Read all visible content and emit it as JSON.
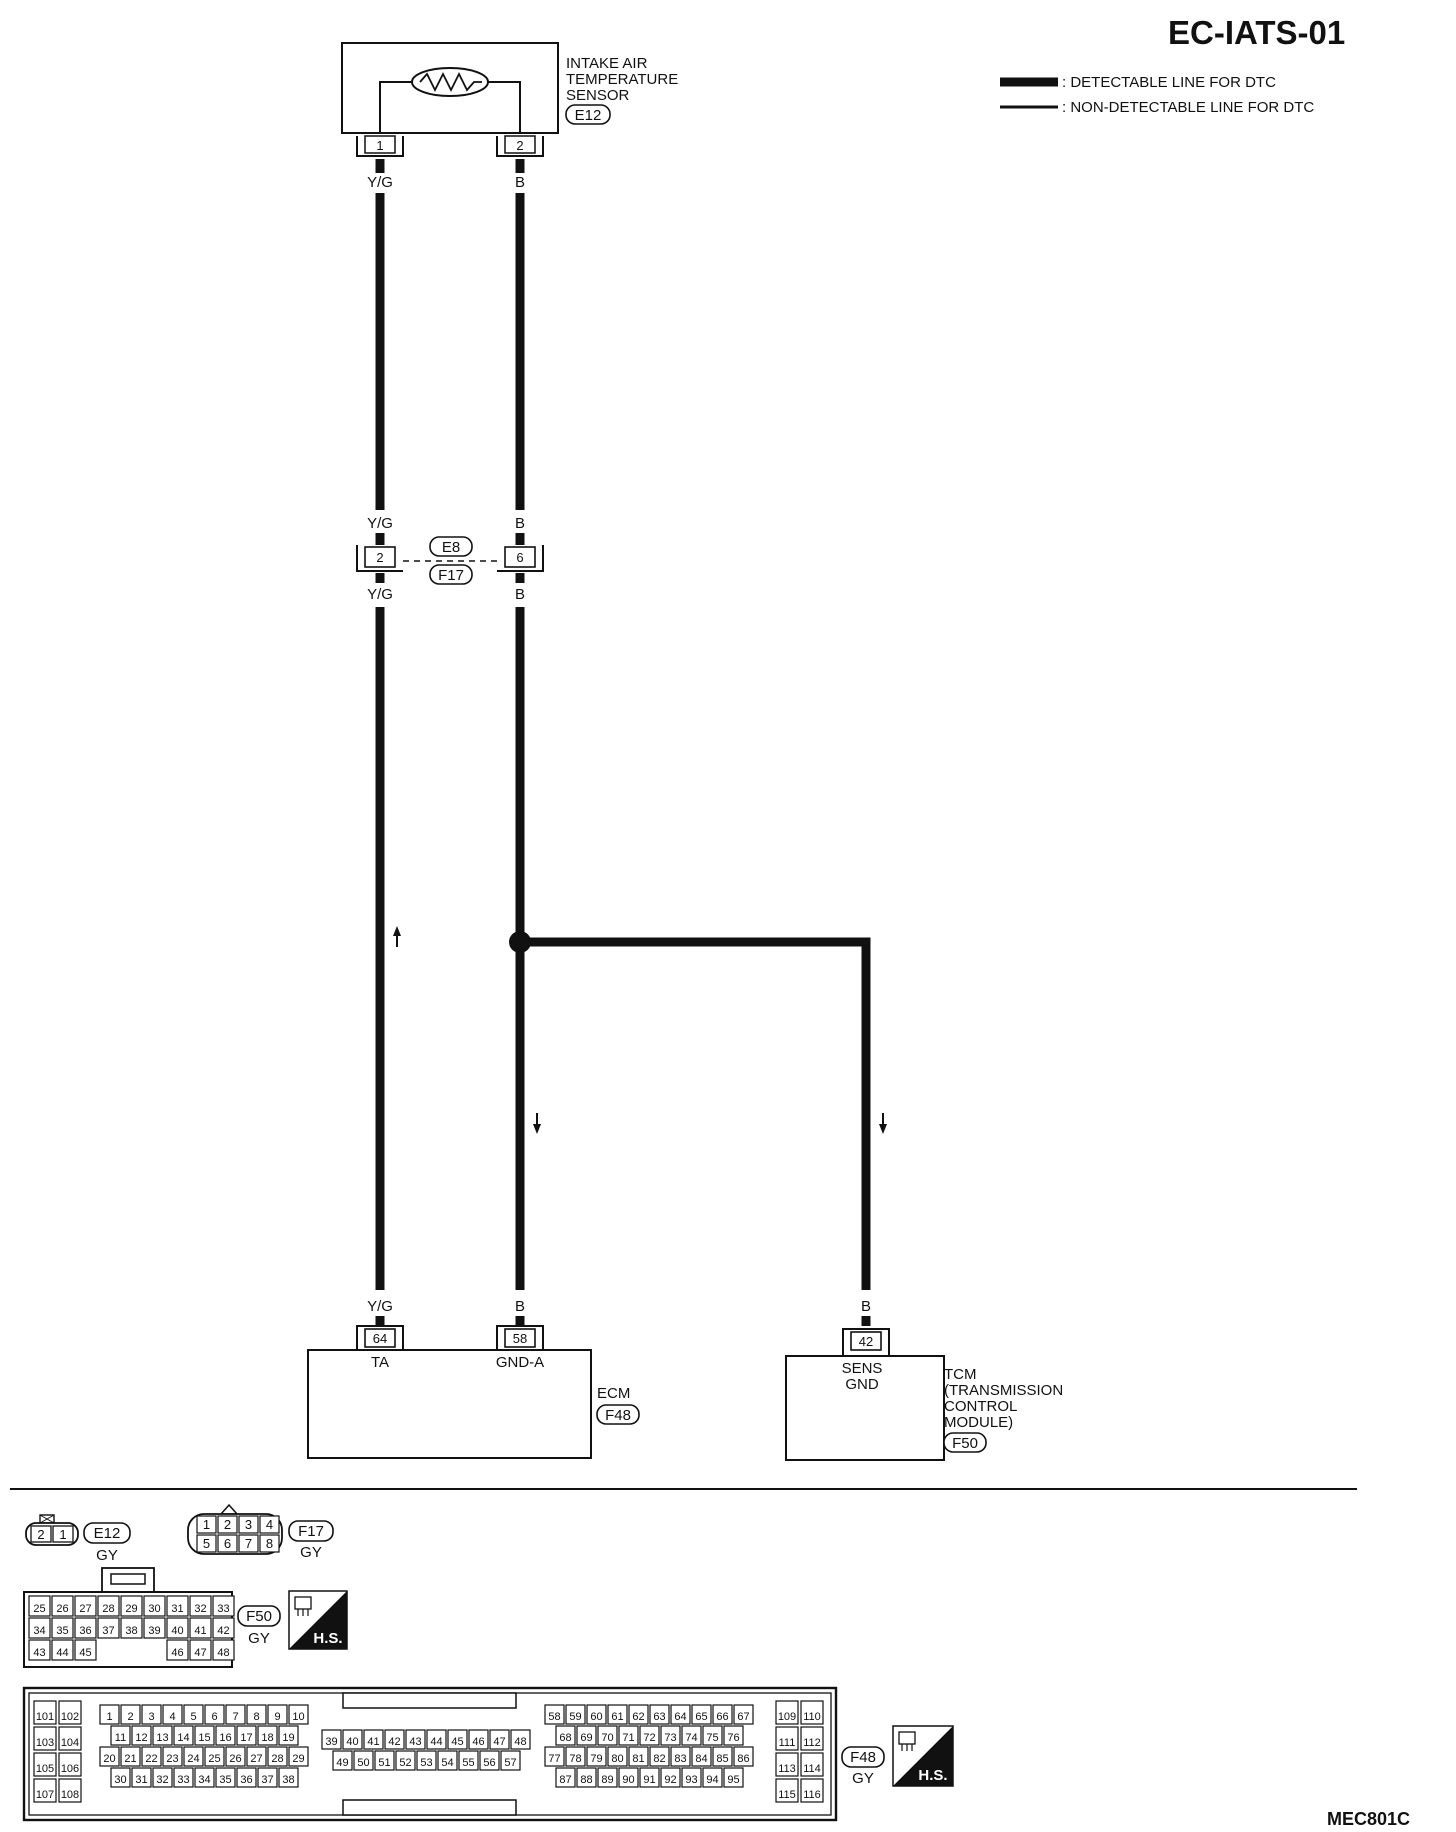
{
  "page": {
    "title": "EC-IATS-01",
    "reference": "MEC801C"
  },
  "legend": {
    "thick": ": DETECTABLE LINE FOR DTC",
    "thin": ": NON-DETECTABLE LINE FOR DTC"
  },
  "sensor": {
    "name_lines": [
      "INTAKE AIR",
      "TEMPERATURE",
      "SENSOR"
    ],
    "connector": "E12",
    "pin_left": "1",
    "pin_right": "2",
    "wire_left": "Y/G",
    "wire_right": "B"
  },
  "joint": {
    "connector_top": "E8",
    "connector_bottom": "F17",
    "pin_left": "2",
    "pin_right": "6",
    "wire_left_top": "Y/G",
    "wire_left_bottom": "Y/G",
    "wire_right_top": "B",
    "wire_right_bottom": "B"
  },
  "ecm": {
    "name": "ECM",
    "connector": "F48",
    "pin_ta": "64",
    "pin_gnd": "58",
    "label_ta": "TA",
    "label_gnd": "GND-A",
    "wire_ta": "Y/G",
    "wire_gnd": "B"
  },
  "tcm": {
    "name_lines": [
      "TCM",
      "(TRANSMISSION",
      "CONTROL",
      "MODULE)"
    ],
    "connector": "F50",
    "pin": "42",
    "label_lines": [
      "SENS",
      "GND"
    ],
    "wire": "B"
  },
  "connector_views": {
    "e12": {
      "id": "E12",
      "color": "GY",
      "pins": [
        "2",
        "1"
      ]
    },
    "f17": {
      "id": "F17",
      "color": "GY",
      "pins": [
        [
          "1",
          "2",
          "3",
          "4"
        ],
        [
          "5",
          "6",
          "7",
          "8"
        ]
      ]
    },
    "f50": {
      "id": "F50",
      "color": "GY",
      "badge": "H.S.",
      "rows": [
        [
          "25",
          "26",
          "27",
          "28",
          "29",
          "30",
          "31",
          "32",
          "33"
        ],
        [
          "34",
          "35",
          "36",
          "37",
          "38",
          "39",
          "40",
          "41",
          "42"
        ],
        [
          "43",
          "44",
          "45",
          "",
          "",
          "",
          "46",
          "47",
          "48"
        ]
      ]
    },
    "f48": {
      "id": "F48",
      "color": "GY",
      "badge": "H.S.",
      "left_block": [
        [
          "101",
          "102"
        ],
        [
          "103",
          "104"
        ],
        [
          "105",
          "106"
        ],
        [
          "107",
          "108"
        ]
      ],
      "block_a": [
        [
          "1",
          "2",
          "3",
          "4",
          "5",
          "6",
          "7",
          "8",
          "9",
          "10"
        ],
        [
          "11",
          "12",
          "13",
          "14",
          "15",
          "16",
          "17",
          "18",
          "19"
        ],
        [
          "20",
          "21",
          "22",
          "23",
          "24",
          "25",
          "26",
          "27",
          "28",
          "29"
        ],
        [
          "30",
          "31",
          "32",
          "33",
          "34",
          "35",
          "36",
          "37",
          "38"
        ]
      ],
      "block_b": [
        [
          "39",
          "40",
          "41",
          "42",
          "43",
          "44",
          "45",
          "46",
          "47",
          "48"
        ],
        [
          "49",
          "50",
          "51",
          "52",
          "53",
          "54",
          "55",
          "56",
          "57"
        ]
      ],
      "block_c": [
        [
          "58",
          "59",
          "60",
          "61",
          "62",
          "63",
          "64",
          "65",
          "66",
          "67"
        ],
        [
          "68",
          "69",
          "70",
          "71",
          "72",
          "73",
          "74",
          "75",
          "76"
        ],
        [
          "77",
          "78",
          "79",
          "80",
          "81",
          "82",
          "83",
          "84",
          "85",
          "86"
        ],
        [
          "87",
          "88",
          "89",
          "90",
          "91",
          "92",
          "93",
          "94",
          "95"
        ]
      ],
      "right_block": [
        [
          "109",
          "110"
        ],
        [
          "111",
          "112"
        ],
        [
          "113",
          "114"
        ],
        [
          "115",
          "116"
        ]
      ]
    }
  }
}
